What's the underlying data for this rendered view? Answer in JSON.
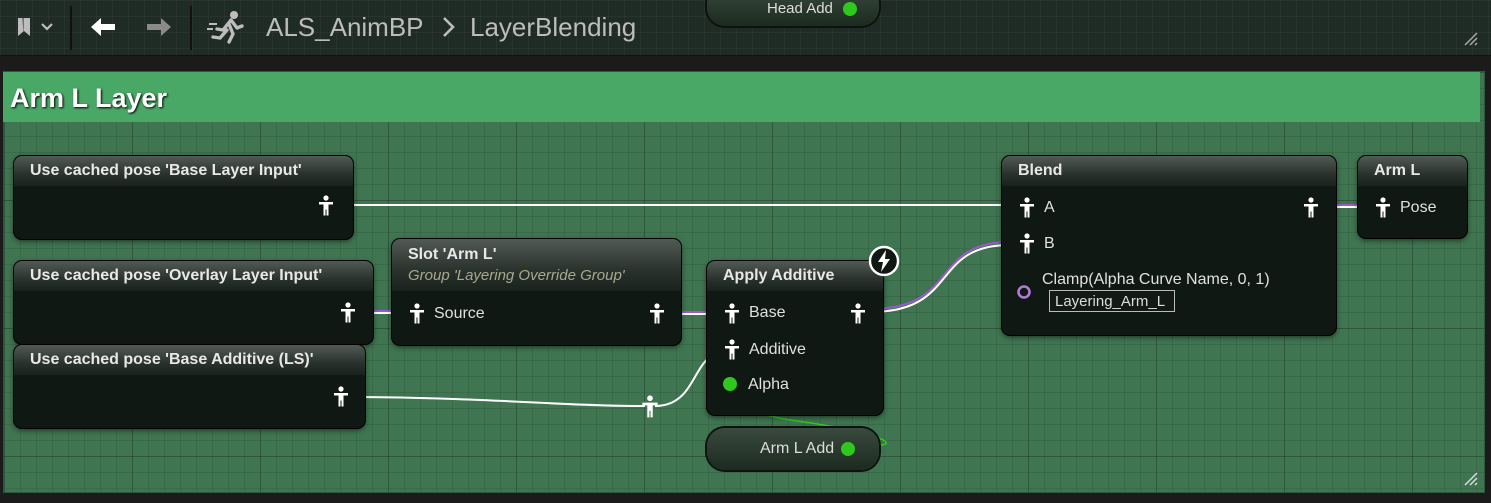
{
  "breadcrumb": {
    "root": "ALS_AnimBP",
    "leaf": "LayerBlending"
  },
  "top_node": {
    "label": "Head Add"
  },
  "comment": {
    "title": "Arm L Layer"
  },
  "nodes": {
    "base_layer": {
      "title": "Use cached pose 'Base Layer Input'"
    },
    "overlay_layer": {
      "title": "Use cached pose 'Overlay Layer Input'"
    },
    "base_additive": {
      "title": "Use cached pose 'Base Additive (LS)'"
    },
    "slot": {
      "title": "Slot 'Arm L'",
      "subtitle": "Group 'Layering Override Group'",
      "pin_source": "Source"
    },
    "apply_additive": {
      "title": "Apply Additive",
      "pin_base": "Base",
      "pin_additive": "Additive",
      "pin_alpha": "Alpha"
    },
    "blend": {
      "title": "Blend",
      "pin_a": "A",
      "pin_b": "B",
      "clamp_label": "Clamp(Alpha Curve Name, 0, 1)",
      "curve_value": "Layering_Arm_L"
    },
    "output": {
      "title": "Arm L",
      "pin_pose": "Pose"
    },
    "arm_l_add": {
      "label": "Arm L Add"
    }
  },
  "colors": {
    "comment_header": "#4aa866",
    "comment_body": "#3f7550",
    "pose_wire": "#ffffff",
    "blend_wire": "#9b59c9",
    "float_pin": "#2ec81e"
  },
  "icons": [
    "bookmark-icon",
    "chevron-down-icon",
    "back-arrow-icon",
    "forward-arrow-icon",
    "running-man-icon",
    "chevron-right-icon",
    "pose-pin-icon",
    "lightning-icon",
    "float-pin-icon",
    "resize-grip-icon"
  ]
}
